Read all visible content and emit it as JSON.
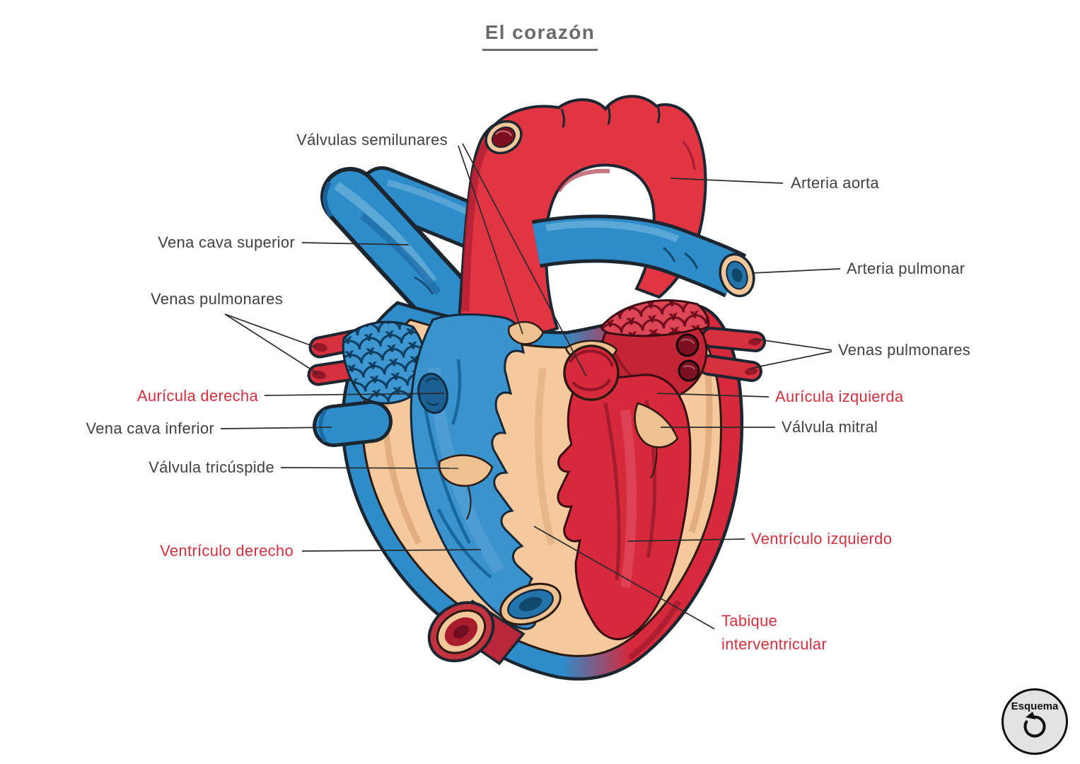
{
  "page": {
    "title": "El corazón"
  },
  "diagram": {
    "type": "labeled-anatomy-diagram",
    "subject": "heart-cross-section",
    "colors": {
      "vessel_blue": "#2E8CC9",
      "vessel_blue_dark": "#1B5F93",
      "vessel_red": "#E23544",
      "cavity_red": "#D6293C",
      "atrium_red_dark": "#C32536",
      "wall_cream": "#F5C99B",
      "valve_tan": "#EEC191",
      "outline_ink": "#1B2630",
      "label_gray": "#414141",
      "label_red": "#D5303E",
      "title_gray": "#6A6A6A",
      "badge_bg": "#E3E3E3"
    },
    "labels": {
      "valvulas_semilunares": {
        "text": "Válvulas semilunares",
        "color": "gray"
      },
      "arteria_aorta": {
        "text": "Arteria aorta",
        "color": "gray"
      },
      "vena_cava_superior": {
        "text": "Vena cava superior",
        "color": "gray"
      },
      "arteria_pulmonar": {
        "text": "Arteria pulmonar",
        "color": "gray"
      },
      "venas_pulmonares_left": {
        "text": "Venas pulmonares",
        "color": "gray"
      },
      "venas_pulmonares_right": {
        "text": "Venas pulmonares",
        "color": "gray"
      },
      "auricula_derecha": {
        "text": "Aurícula derecha",
        "color": "red"
      },
      "auricula_izquierda": {
        "text": "Aurícula izquierda",
        "color": "red"
      },
      "vena_cava_inferior": {
        "text": "Vena cava inferior",
        "color": "gray"
      },
      "valvula_mitral": {
        "text": "Válvula mitral",
        "color": "gray"
      },
      "valvula_tricuspide": {
        "text": "Válvula tricúspide",
        "color": "gray"
      },
      "ventriculo_derecho": {
        "text": "Ventrículo derecho",
        "color": "red"
      },
      "ventriculo_izquierdo": {
        "text": "Ventrículo izquierdo",
        "color": "red"
      },
      "tabique_interventricular": {
        "text": "Tabique interventricular",
        "color": "red"
      }
    }
  },
  "badge": {
    "label": "Esquema",
    "icon": "rotate-ccw-icon"
  }
}
